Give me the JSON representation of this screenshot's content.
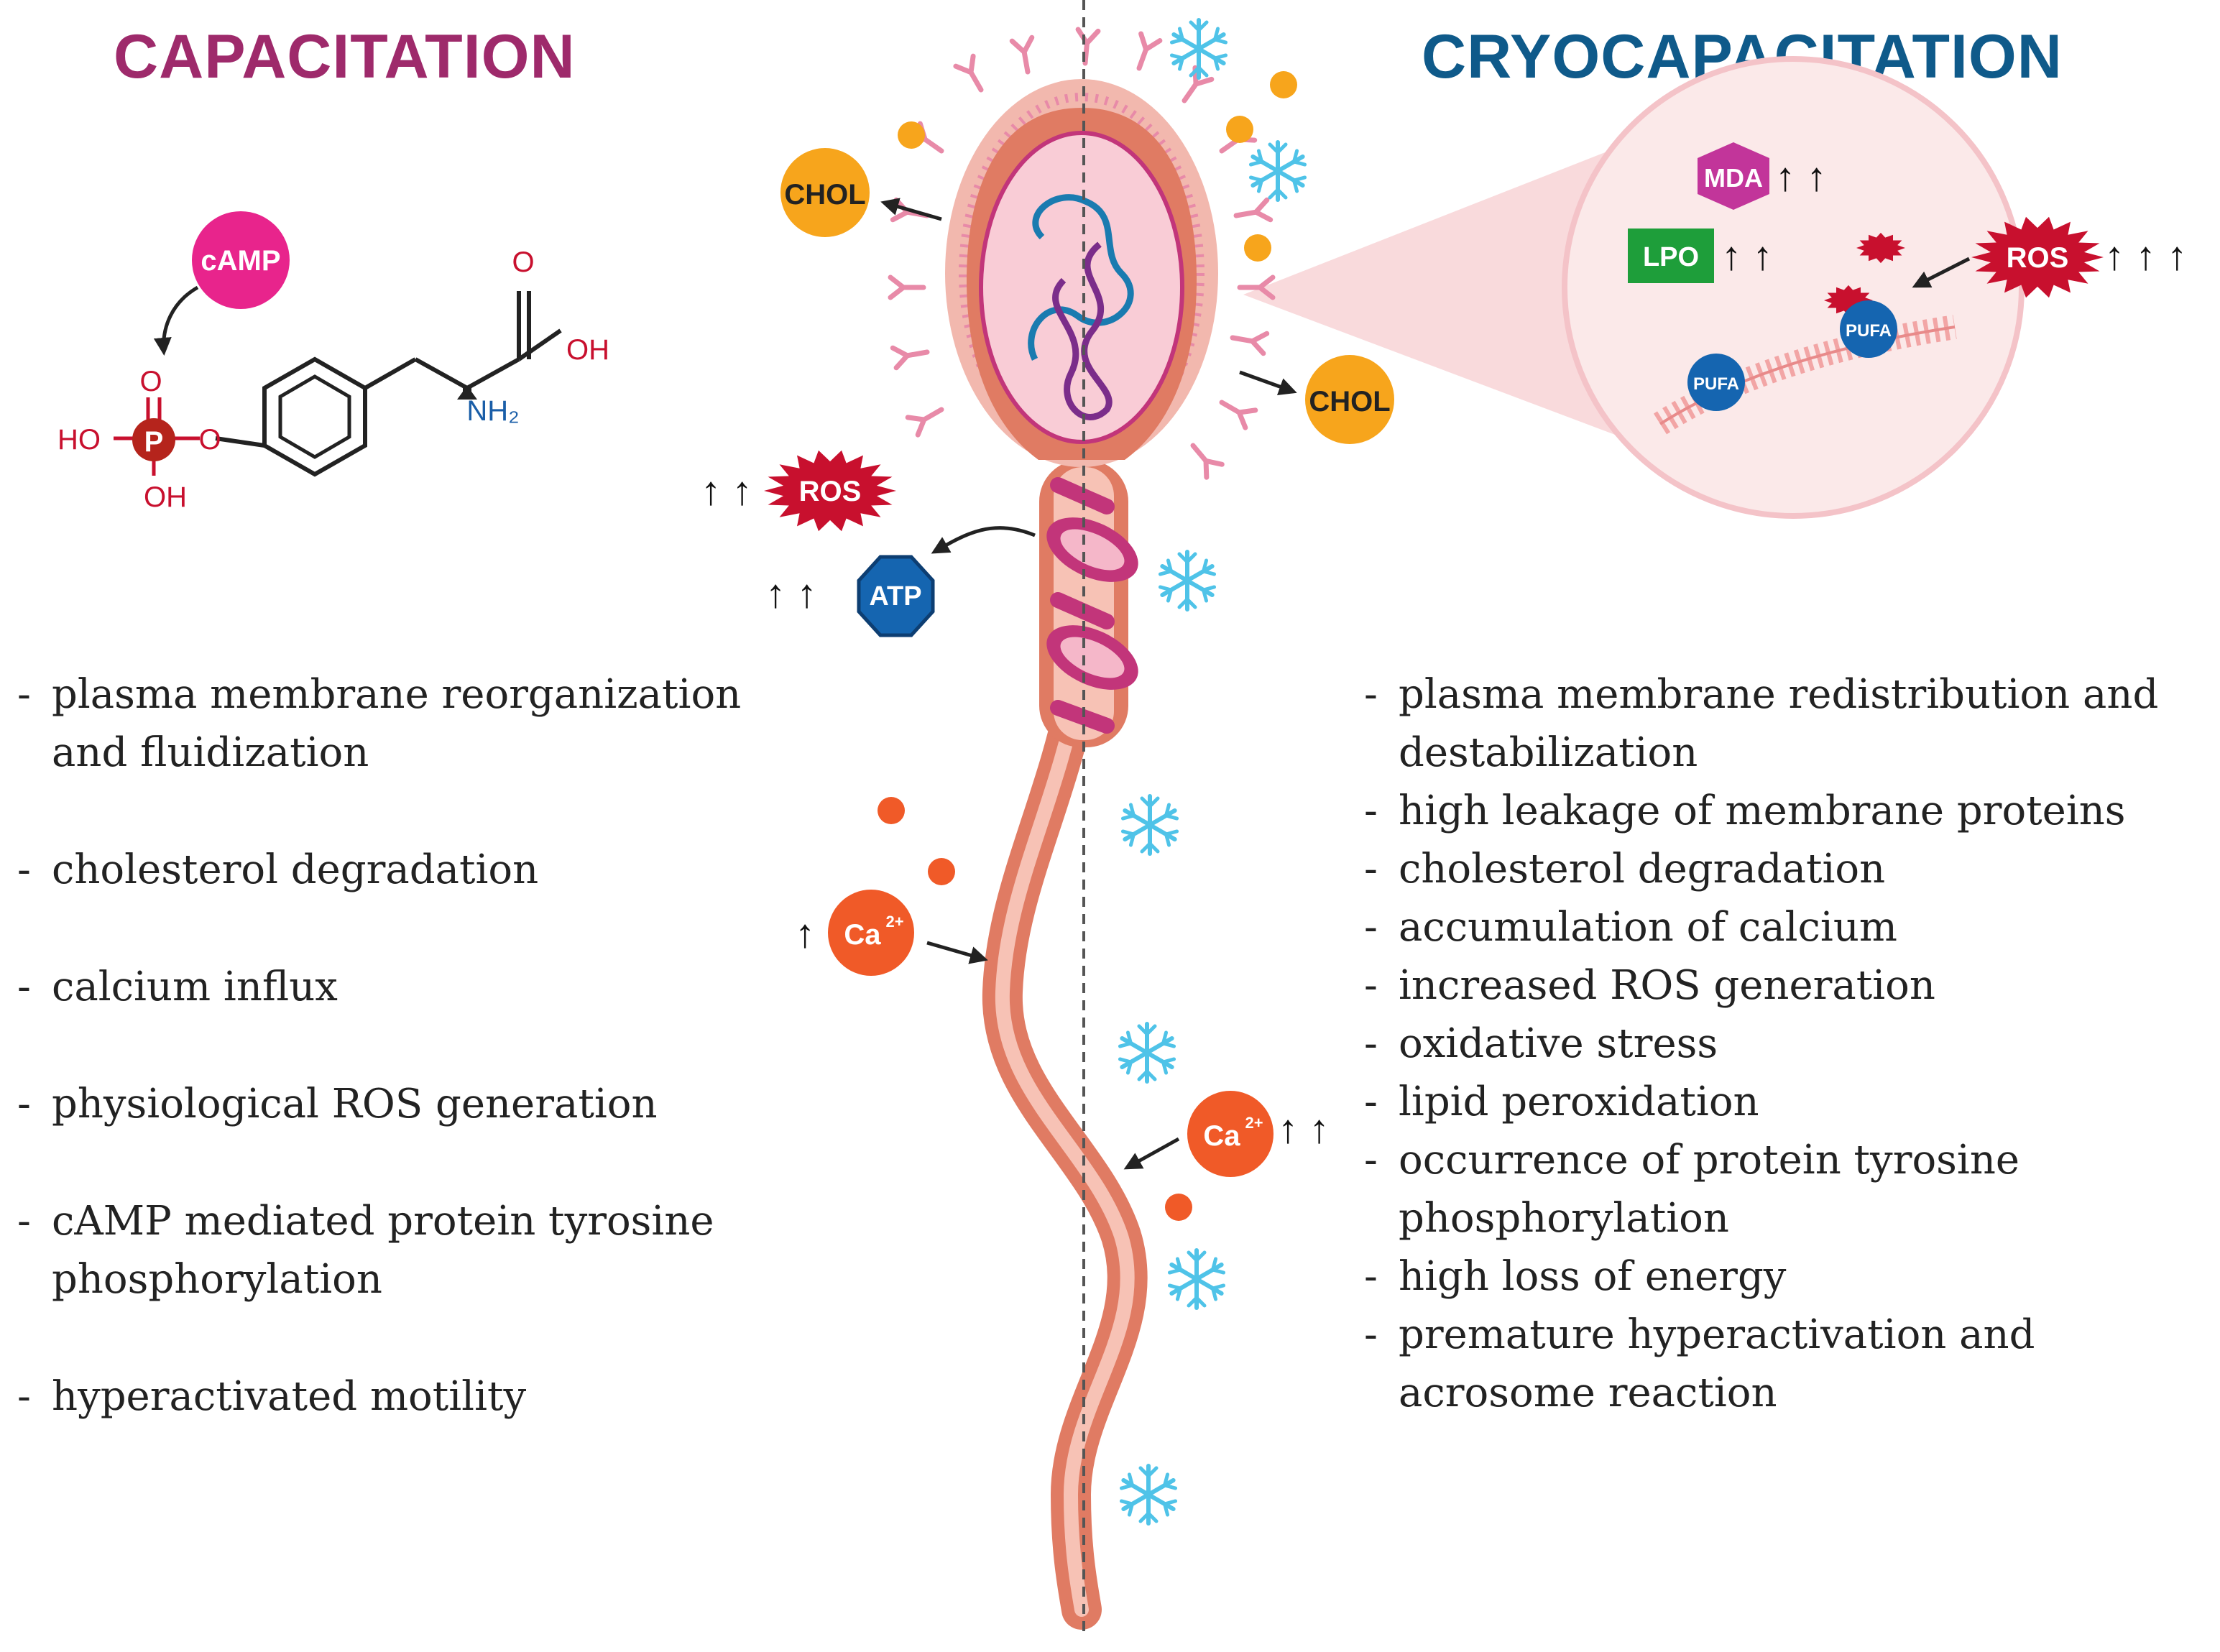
{
  "titles": {
    "left": "CAPACITATION",
    "right": "CRYOCAPACITATION"
  },
  "colors": {
    "capacitation_title": "#9e2a6b",
    "cryocapacitation_title": "#0f5a8a",
    "cell_body": "#e8937a",
    "membrane": "#f2b8ae",
    "receptor": "#e88aa8",
    "mitochondria": "#c2357a",
    "chol": "#f7a51c",
    "ros": "#c8102e",
    "atp": "#1565b0",
    "calcium": "#f05a28",
    "snowflake": "#4fc3e8",
    "mda": "#c2359a",
    "lpo": "#1e9e3a",
    "pufa": "#1565b0",
    "camp": "#e8248c"
  },
  "molecule": {
    "camp": "cAMP",
    "o_top": "O",
    "oh_right": "OH",
    "nh2": "NH₂",
    "phosphate_o": "O",
    "ho": "HO",
    "p": "P",
    "o_ring": "O",
    "oh_bottom": "OH"
  },
  "labels": {
    "chol": "CHOL",
    "ros": "ROS",
    "atp": "ATP",
    "ca": "Ca",
    "ca_charge": "2+",
    "mda": "MDA",
    "lpo": "LPO",
    "pufa": "PUFA"
  },
  "arrows": {
    "double_up": "↑ ↑",
    "triple_up": "↑ ↑ ↑",
    "single_up": "↑"
  },
  "icons": {
    "snowflake": "snowflake-icon",
    "arrow": "arrow-icon"
  },
  "capacitation_list": [
    [
      "plasma membrane reorganization",
      "and fluidization"
    ],
    [
      "cholesterol degradation"
    ],
    [
      "calcium influx"
    ],
    [
      "physiological ROS generation"
    ],
    [
      "cAMP mediated protein tyrosine",
      "phosphorylation"
    ],
    [
      "hyperactivated motility"
    ]
  ],
  "cryocapacitation_list": [
    [
      "plasma membrane redistribution and",
      "destabilization"
    ],
    [
      "high leakage of membrane proteins"
    ],
    [
      "cholesterol degradation"
    ],
    [
      "accumulation of calcium"
    ],
    [
      "increased ROS generation"
    ],
    [
      "oxidative stress"
    ],
    [
      "lipid peroxidation"
    ],
    [
      "occurrence of protein tyrosine",
      "phosphorylation"
    ],
    [
      "high loss of energy"
    ],
    [
      "premature hyperactivation and",
      "acrosome reaction"
    ]
  ]
}
